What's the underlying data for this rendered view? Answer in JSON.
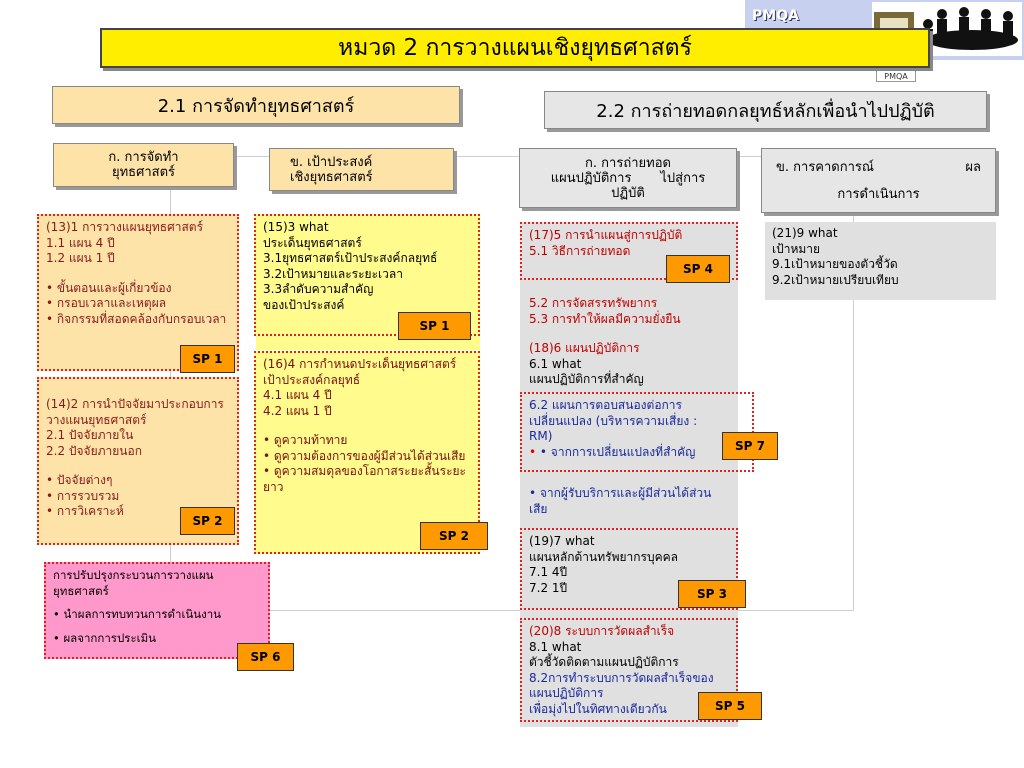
{
  "title": "หมวด 2 การวางแผนเชิงยุทธศาสตร์",
  "logo": {
    "text": "PMQA",
    "small": "PMQA",
    "icon": "people-meeting-icon"
  },
  "section1": {
    "title": "2.1 การจัดทำยุทธศาสตร์"
  },
  "section2": {
    "title": "2.2 การถ่ายทอดกลยุทธ์หลักเพื่อนำไปปฏิบัติ"
  },
  "headers": {
    "h1a": "ก. การจัดทำ",
    "h1b": "ยุทธศาสตร์",
    "h2a": "ข. เป้าประสงค์",
    "h2b": "เชิงยุทธศาสตร์",
    "h3a": "ก. การถ่ายทอด",
    "h3b": "แผนปฏิบัติการ",
    "h3c": "ไปสู่การ",
    "h3d": "ปฏิบัติ",
    "h4a": "ข. การคาดการณ์",
    "h4b": "ผล",
    "h4c": "การดำเนินการ"
  },
  "box13": {
    "l1": "(13)1 การวางแผนยุทธศาสตร์",
    "l2": "1.1 แผน 4 ปี",
    "l3": "1.2 แผน 1 ปี",
    "b1": "• ขั้นตอนและผู้เกี่ยวข้อง",
    "b2": "• กรอบเวลาและเหตุผล",
    "b3": "• กิจกรรมที่สอดคล้องกับกรอบเวลา"
  },
  "box14": {
    "l1": "(14)2 การนำปัจจัยมาประกอบการวางแผนยุทธศาสตร์",
    "l2": "2.1 ปัจจัยภายใน",
    "l3": "2.2 ปัจจัยภายนอก",
    "b1": "• ปัจจัยต่างๆ",
    "b2": "• การรวบรวม",
    "b3": "• การวิเคราะห์"
  },
  "box15": {
    "l1": "(15)3 what",
    "l2": "ประเด็นยุทธศาสตร์",
    "l3": "3.1ยุทธศาสตร์เป้าประสงค์กลยุทธ์",
    "l4": "3.2เป้าหมายและระยะเวลา",
    "l5": "3.3ลำดับความสำคัญของเป้าประสงค์"
  },
  "box16": {
    "l1": "(16)4 การกำหนดประเด็นยุทธศาสตร์เป้าประสงค์กลยุทธ์",
    "l2": "4.1 แผน 4 ปี",
    "l3": "4.2 แผน 1 ปี",
    "b1": "• ดูความท้าทาย",
    "b2": "• ดูความต้องการของผู้มีส่วนได้ส่วนเสีย",
    "b3": "• ดูความสมดุลของโอกาสระยะสั้นระยะยาว"
  },
  "box17": {
    "l1": "(17)5 การนำแผนสู่การปฏิบัติ",
    "l2": "5.1 วิธีการถ่ายทอด"
  },
  "boxMid": {
    "l1": "5.2 การจัดสรรทรัพยากร",
    "l2": "5.3 การทำให้ผลมีความยั่งยืน",
    "l3": "(18)6 แผนปฏิบัติการ",
    "l4": "6.1 what",
    "l5": "แผนปฏิบัติการที่สำคัญ"
  },
  "box62": {
    "l1": "6.2 แผนการตอบสนองต่อการเปลี่ยนแปลง (บริหารความเสี่ยง : RM)",
    "b1": "• จากการเปลี่ยนแปลงที่สำคัญ"
  },
  "boxAfter": {
    "b1": "• จากผู้รับบริการและผู้มีส่วนได้ส่วนเสีย"
  },
  "box19": {
    "l1": "(19)7  what",
    "l2": "แผนหลักด้านทรัพยากรบุคคล",
    "l3": "7.1 4ปี",
    "l4": "7.2 1ปี"
  },
  "box20": {
    "l1": "(20)8 ระบบการวัดผลสำเร็จ",
    "l2": "8.1 what",
    "l3": "ตัวชี้วัดติดตามแผนปฏิบัติการ",
    "l4": "8.2การทำระบบการวัดผลสำเร็จของแผนปฏิบัติการ",
    "l5": "เพื่อมุ่งไปในทิศทางเดียวกัน"
  },
  "box21": {
    "l1": "(21)9  what",
    "l2": "เป้าหมาย",
    "l3": "9.1เป้าหมายของตัวชี้วัด",
    "l4": "9.2เป้าหมายเปรียบเทียบ"
  },
  "boxImprove": {
    "l1": "การปรับปรุงกระบวนการวางแผนยุทธศาสตร์",
    "b1": "• นำผลการทบทวนการดำเนินงาน",
    "b2": "• ผลจากการประเมิน"
  },
  "sp": {
    "sp1": "SP 1",
    "sp2": "SP 2",
    "sp3": "SP 3",
    "sp4": "SP 4",
    "sp5": "SP 5",
    "sp6": "SP 6",
    "sp7": "SP 7"
  },
  "colors": {
    "title": "#ffee00",
    "orange": "#fde3a8",
    "yellow": "#fffb8c",
    "grey": "#e0e0e0",
    "pink": "#ff99cc",
    "sp": "#ff9900",
    "dotted": "#dd2222"
  }
}
